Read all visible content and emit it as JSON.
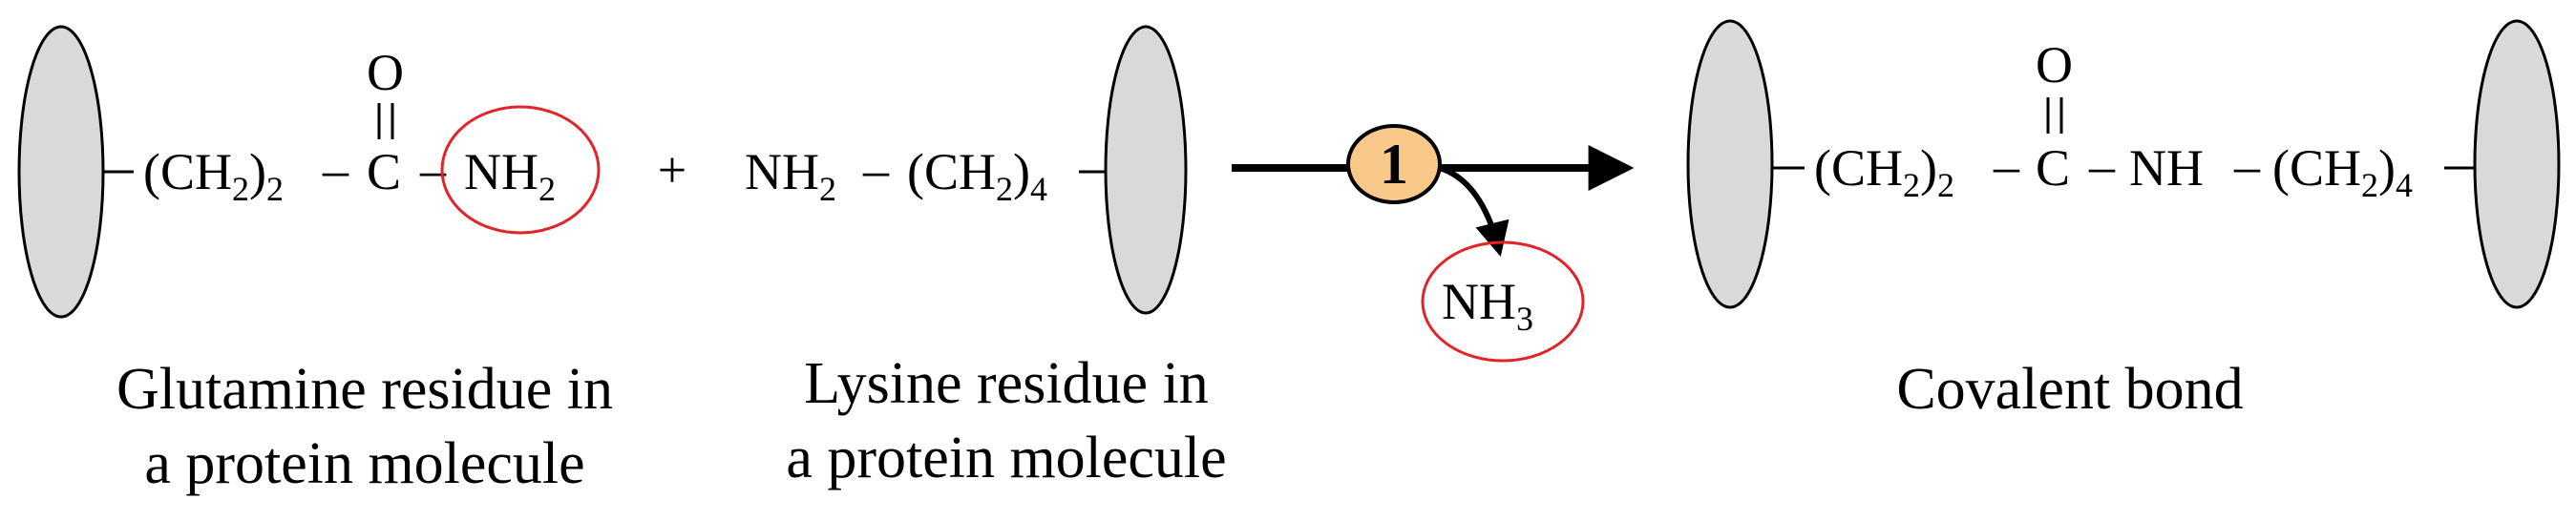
{
  "reactant1": {
    "ch2": "(CH",
    "ch2_close": ")",
    "ch2_sub": "2",
    "dash1": "–",
    "carbon": "C",
    "dash2": "–",
    "oxygen": "O",
    "nh2": "NH",
    "nh2_sub": "2",
    "caption_line1": "Glutamine residue in",
    "caption_line2": "a protein molecule"
  },
  "plus": "+",
  "reactant2": {
    "nh2": "NH",
    "nh2_sub": "2",
    "dash": "–",
    "ch2": "(CH",
    "ch2_sub": "2",
    "ch2_close": ")",
    "ch2_count": "4",
    "caption_line1": "Lysine residue in",
    "caption_line2": "a protein molecule"
  },
  "step": {
    "number": "1",
    "byproduct": "NH",
    "byproduct_sub": "3"
  },
  "product": {
    "ch2_left": "(CH",
    "ch2_left_sub": "2",
    "ch2_left_close": ")",
    "ch2_left_count": "2",
    "dash1": "–",
    "carbon": "C",
    "dash2": "–",
    "oxygen": "O",
    "nh": "NH",
    "dash3": "–",
    "ch2_right": "(CH",
    "ch2_right_sub": "2",
    "ch2_right_close": ")",
    "ch2_right_count": "4",
    "caption": "Covalent bond"
  },
  "colors": {
    "protein_fill": "#d9d9d9",
    "highlight_circle": "#e0242a",
    "step_badge": "#f9c98a"
  }
}
